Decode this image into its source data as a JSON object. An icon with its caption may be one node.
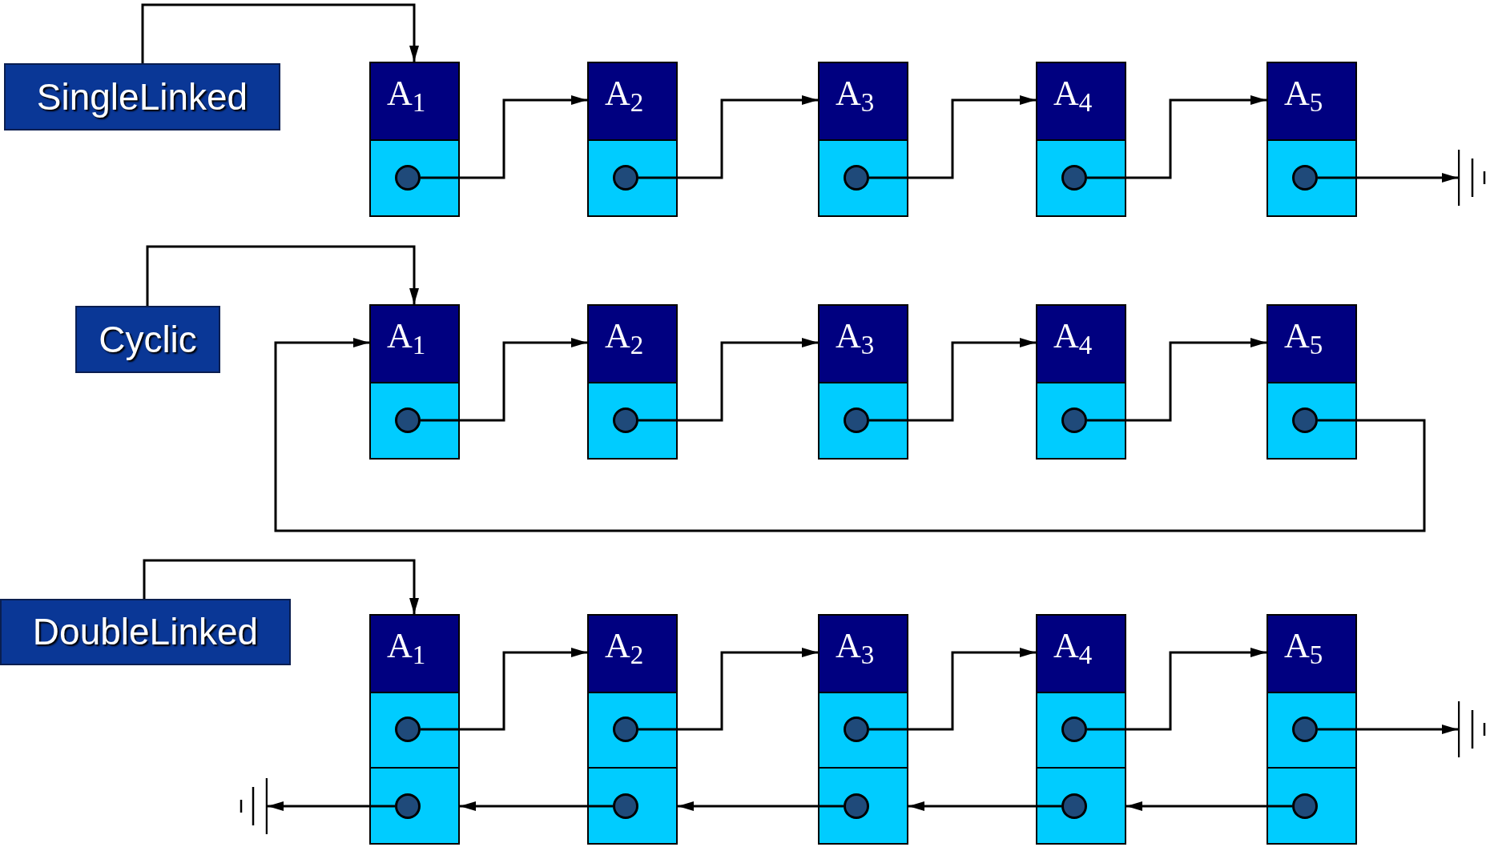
{
  "diagram": {
    "nodes": [
      {
        "text": [
          "SingleLinked"
        ]
      },
      {
        "text": [
          "A$_{1}$"
        ]
      },
      {
        "text": [],
        "shape": "circle",
        "in": 1
      },
      {
        "text": [
          "A$_{2}$"
        ]
      },
      {
        "text": [],
        "shape": "circle",
        "in": 3
      },
      {
        "text": [
          "A$_{3}$"
        ]
      },
      {
        "text": [],
        "shape": "circle",
        "in": 5
      },
      {
        "text": [
          "A$_{4}$"
        ]
      },
      {
        "text": [],
        "shape": "circle",
        "in": 7
      },
      {
        "text": [
          "A$_{5}$"
        ]
      },
      {
        "text": [],
        "shape": "circle",
        "in": 9
      },
      {
        "text": [],
        "shape": "ground"
      },
      {
        "text": [
          "Cyclic"
        ]
      },
      {
        "text": [
          "A$_{1}$"
        ]
      },
      {
        "text": [],
        "shape": "circle",
        "in": 13
      },
      {
        "text": [
          "A$_{2}$"
        ]
      },
      {
        "text": [],
        "shape": "circle",
        "in": 15
      },
      {
        "text": [
          "A$_{3}$"
        ]
      },
      {
        "text": [],
        "shape": "circle",
        "in": 17
      },
      {
        "text": [
          "A$_{4}$"
        ]
      },
      {
        "text": [],
        "shape": "circle",
        "in": 19
      },
      {
        "text": [
          "A$_{5}$"
        ]
      },
      {
        "text": [],
        "shape": "circle",
        "in": 21
      },
      {
        "text": [
          "DoubleLinked"
        ]
      },
      {
        "text": [
          "A$_{1}$"
        ]
      },
      {
        "text": [],
        "shape": "circle",
        "in": 24
      },
      {
        "text": [],
        "shape": "circle",
        "in": 24
      },
      {
        "text": [
          "A$_{2}$"
        ]
      },
      {
        "text": [],
        "shape": "circle",
        "in": 27
      },
      {
        "text": [],
        "shape": "circle",
        "in": 27
      },
      {
        "text": [
          "A$_{3}$"
        ]
      },
      {
        "text": [],
        "shape": "circle",
        "in": 30
      },
      {
        "text": [],
        "shape": "circle",
        "in": 30
      },
      {
        "text": [
          "A$_{4}$"
        ]
      },
      {
        "text": [],
        "shape": "circle",
        "in": 33
      },
      {
        "text": [],
        "shape": "circle",
        "in": 33
      },
      {
        "text": [
          "A$_{5}$"
        ]
      },
      {
        "text": [],
        "shape": "circle",
        "in": 36
      },
      {
        "text": [],
        "shape": "circle",
        "in": 36
      },
      {
        "text": [],
        "shape": "ground"
      },
      {
        "text": [],
        "shape": "ground"
      }
    ],
    "edges": [
      {
        "from": 0,
        "to": 1,
        "arrow": "to"
      },
      {
        "from": 2,
        "to": 3,
        "arrow": "to"
      },
      {
        "from": 4,
        "to": 5,
        "arrow": "to"
      },
      {
        "from": 6,
        "to": 7,
        "arrow": "to"
      },
      {
        "from": 8,
        "to": 9,
        "arrow": "to"
      },
      {
        "from": 10,
        "to": 11,
        "arrow": "to"
      },
      {
        "from": 12,
        "to": 13,
        "arrow": "to"
      },
      {
        "from": 14,
        "to": 15,
        "arrow": "to"
      },
      {
        "from": 16,
        "to": 17,
        "arrow": "to"
      },
      {
        "from": 18,
        "to": 19,
        "arrow": "to"
      },
      {
        "from": 20,
        "to": 21,
        "arrow": "to"
      },
      {
        "from": 22,
        "to": 13,
        "arrow": "to"
      },
      {
        "from": 23,
        "to": 24,
        "arrow": "to"
      },
      {
        "from": 25,
        "to": 27,
        "arrow": "to"
      },
      {
        "from": 28,
        "to": 30,
        "arrow": "to"
      },
      {
        "from": 31,
        "to": 33,
        "arrow": "to"
      },
      {
        "from": 34,
        "to": 36,
        "arrow": "to"
      },
      {
        "from": 37,
        "to": 39,
        "arrow": "to"
      },
      {
        "from": 29,
        "to": 24,
        "arrow": "to"
      },
      {
        "from": 32,
        "to": 27,
        "arrow": "to"
      },
      {
        "from": 35,
        "to": 30,
        "arrow": "to"
      },
      {
        "from": 38,
        "to": 33,
        "arrow": "to"
      },
      {
        "from": 26,
        "to": 40,
        "arrow": "to"
      }
    ]
  }
}
